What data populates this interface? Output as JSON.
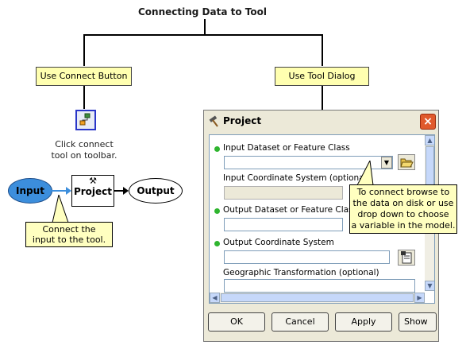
{
  "title": "Connecting Data to Tool",
  "branches": {
    "left_label": "Use Connect Button",
    "right_label": "Use Tool Dialog"
  },
  "connect_caption": [
    "Click connect",
    "tool on toolbar."
  ],
  "model": {
    "input": "Input",
    "tool": "Project",
    "output": "Output",
    "callout": [
      "Connect the",
      "input to the tool."
    ]
  },
  "dialog": {
    "title": "Project",
    "close": "×",
    "params": [
      {
        "label": "Input Dataset or Feature Class",
        "required": true
      },
      {
        "label": "Input Coordinate System (optional)",
        "required": false
      },
      {
        "label": "Output Dataset or Feature Class",
        "required": true
      },
      {
        "label": "Output Coordinate System",
        "required": true
      },
      {
        "label": "Geographic Transformation (optional)",
        "required": false
      }
    ],
    "buttons": {
      "ok": "OK",
      "cancel": "Cancel",
      "apply": "Apply",
      "show": "Show"
    }
  },
  "dialog_callout": [
    "To connect browse to",
    "the data on disk or use",
    "drop down to choose",
    "a variable in the model."
  ],
  "colors": {
    "callout_bg": "#ffffc0",
    "input_fill": "#3c8edc",
    "required_dot": "#2fb52f",
    "close_button": "#e05a2c",
    "connect_border": "#2a36c8"
  }
}
